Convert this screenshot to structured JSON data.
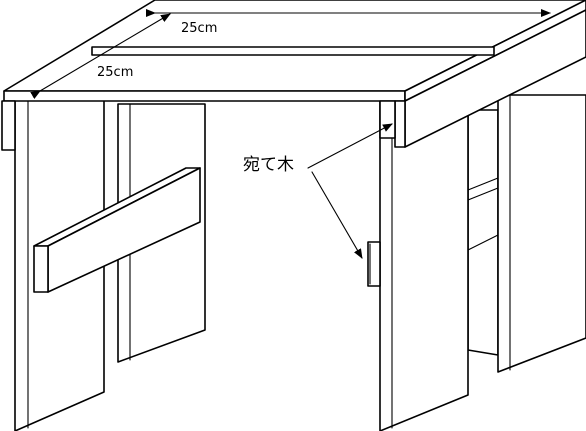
{
  "labels": {
    "dim_back": "25cm",
    "dim_front": "25cm",
    "callout": "宛て木"
  }
}
